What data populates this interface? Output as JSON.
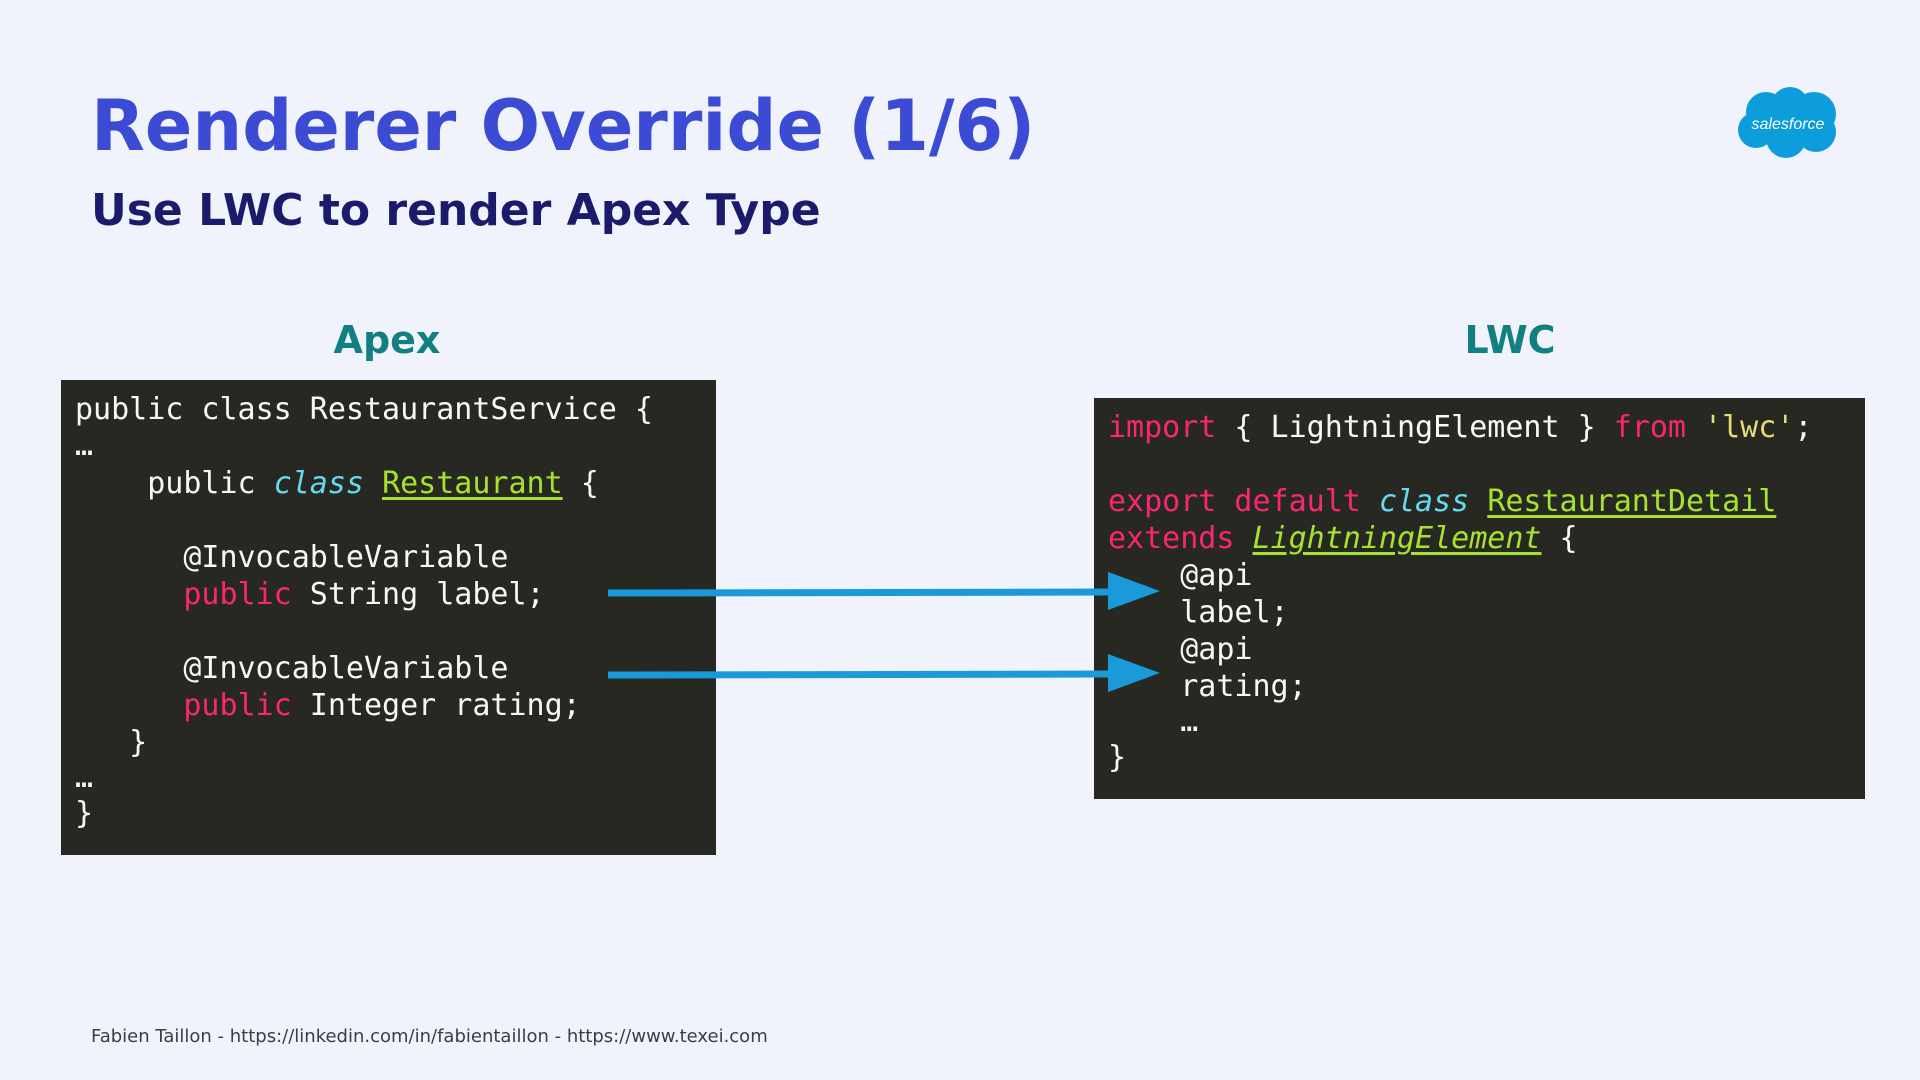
{
  "slide": {
    "title": "Renderer Override (1/6)",
    "subtitle": "Use LWC to render Apex Type",
    "logo_text": "salesforce",
    "footer": "Fabien Taillon - https://linkedin.com/in/fabientaillon - https://www.texei.com"
  },
  "columns": {
    "apex_heading": "Apex",
    "lwc_heading": "LWC"
  },
  "apex_code": {
    "l1": "public class RestaurantService {",
    "l2": "…",
    "l3_indent": "    public ",
    "l3_kw": "class",
    "l3_sp": " ",
    "l3_cls": "Restaurant",
    "l3_end": " {",
    "l4": "      @InvocableVariable",
    "l5_indent": "      ",
    "l5_kw": "public",
    "l5_end": " String label;",
    "l6": "      @InvocableVariable",
    "l7_indent": "      ",
    "l7_kw": "public",
    "l7_end": " Integer rating;",
    "l8": "   }",
    "l9": "…",
    "l10": "}"
  },
  "lwc_code": {
    "l1_kw": "import",
    "l1_mid": " { LightningElement } ",
    "l1_kw2": "from",
    "l1_sp": " ",
    "l1_str": "'lwc'",
    "l1_end": ";",
    "l2_kw": "export default",
    "l2_sp": " ",
    "l2_type": "class",
    "l2_sp2": " ",
    "l2_cls": "RestaurantDetail",
    "l3_kw": "extends",
    "l3_sp": " ",
    "l3_cls": "LightningElement",
    "l3_end": " {",
    "l4": "    @api",
    "l5": "    label;",
    "l6": "    @api",
    "l7": "    rating;",
    "l8": "    …",
    "l9": "}"
  },
  "colors": {
    "title": "#3b4bd4",
    "subtitle": "#1b1a6b",
    "section_heading": "#127f81",
    "code_background": "#272822",
    "arrow": "#1a9ad8",
    "logo_cloud": "#0d9dda"
  },
  "icons": {
    "logo": "salesforce-cloud-logo",
    "arrow": "right-arrow"
  }
}
